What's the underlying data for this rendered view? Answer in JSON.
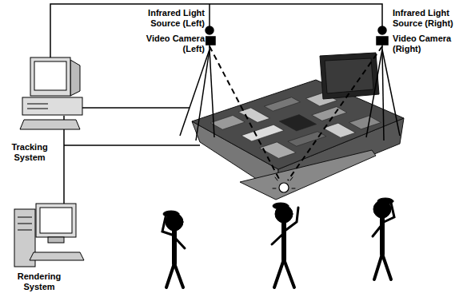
{
  "diagram": {
    "labels": [
      "Infrared Light Source (Left)",
      "Video Camera (Left)",
      "Infrared Light Source (Right)",
      "Video Camera (Right)",
      "Tracking System",
      "Rendering System"
    ]
  }
}
